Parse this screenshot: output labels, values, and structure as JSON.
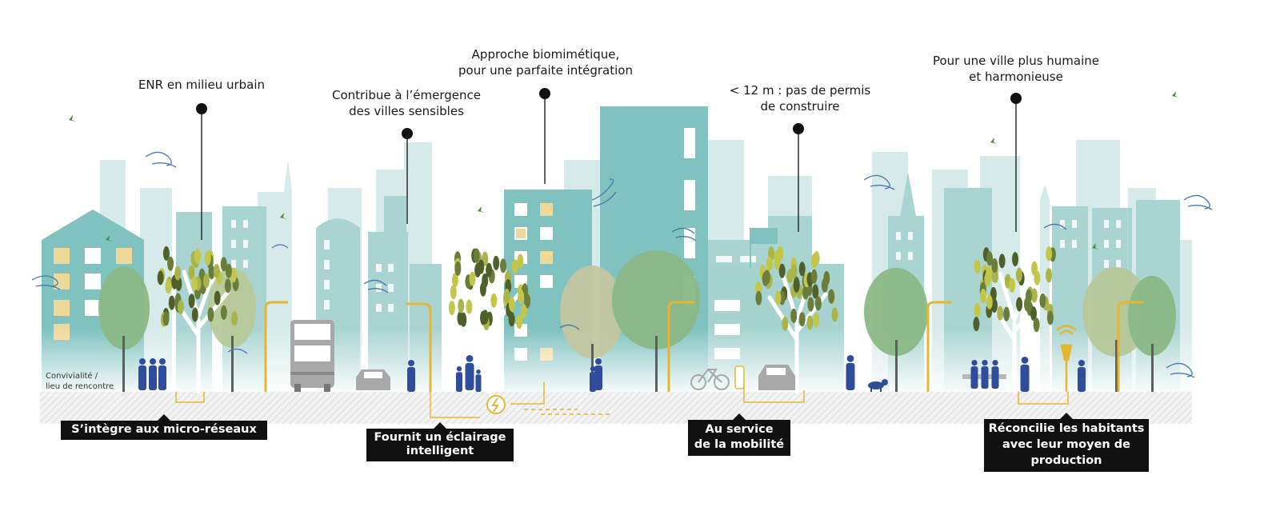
{
  "colors": {
    "building_dark": "#7fc2bf",
    "building_mid": "#a6d3d0",
    "building_light": "#d3e9e7",
    "window_yellow": "#efd99a",
    "tree_green": "#7fae7a",
    "leaf_olive": "#6a7d3a",
    "leaf_lime": "#c2c64a",
    "people_blue": "#2f4d9c",
    "accent_gold": "#e4b631",
    "vehicle_grey": "#a8a8a8",
    "tag_black": "#111111"
  },
  "callouts": [
    {
      "id": "enr",
      "lines": [
        "ENR en milieu urbain"
      ]
    },
    {
      "id": "sensibles",
      "lines": [
        "Contribue à l’émergence",
        "des villes sensibles"
      ]
    },
    {
      "id": "biomimetique",
      "lines": [
        "Approche biomimétique,",
        "pour une parfaite intégration"
      ]
    },
    {
      "id": "permis",
      "lines": [
        "< 12 m : pas de permis",
        "de construire"
      ]
    },
    {
      "id": "humaine",
      "lines": [
        "Pour une ville plus humaine",
        "et harmonieuse"
      ]
    }
  ],
  "tags": [
    {
      "id": "micro-reseaux",
      "lines": [
        "S’intègre aux micro-réseaux"
      ]
    },
    {
      "id": "eclairage",
      "lines": [
        "Fournit un éclairage",
        "intelligent"
      ]
    },
    {
      "id": "mobilite",
      "lines": [
        "Au service",
        "de la mobilité"
      ]
    },
    {
      "id": "habitants",
      "lines": [
        "Réconcilie les habitants",
        "avec leur moyen de",
        "production"
      ]
    }
  ],
  "side_note": {
    "lines": [
      "Convivialité /",
      "lieu de rencontre"
    ]
  },
  "icons": [
    "wind-tree-icon",
    "street-lamp-icon",
    "bus-icon",
    "car-icon",
    "bicycle-icon",
    "electric-charger-icon",
    "wifi-icon",
    "bird-icon",
    "wind-swirl-icon",
    "flag-icon",
    "power-node-icon",
    "bench-icon",
    "dog-icon"
  ]
}
